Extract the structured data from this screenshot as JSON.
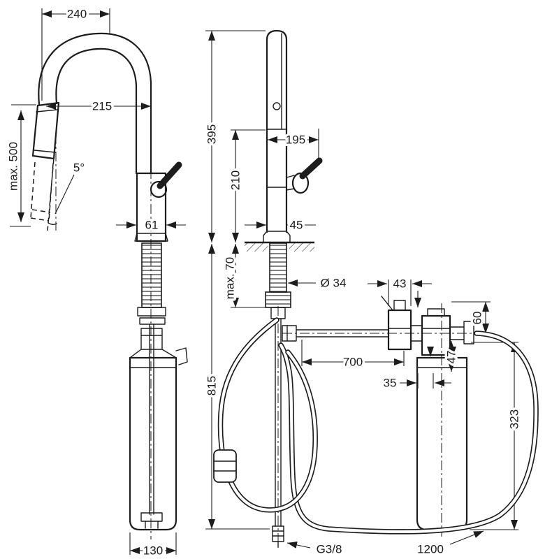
{
  "drawing": {
    "type": "technical-dimension-drawing",
    "subject": "kitchen-faucet-with-filter-system",
    "colors": {
      "line": "#1c1c1c",
      "background": "#ffffff"
    },
    "labels": {
      "dim_240": "240",
      "dim_215": "215",
      "dim_max500": "max. 500",
      "dim_angle": "5°",
      "dim_61": "61",
      "dim_130": "130",
      "dim_395": "395",
      "dim_195": "195",
      "dim_210": "210",
      "dim_45": "45",
      "dim_o34": "Ø 34",
      "dim_max70": "max. 70",
      "dim_815": "815",
      "dim_g38": "G3/8",
      "dim_43": "43",
      "dim_60": "60",
      "dim_47": "47",
      "dim_700": "700",
      "dim_35": "35",
      "dim_323": "323",
      "dim_1200": "1200"
    }
  }
}
